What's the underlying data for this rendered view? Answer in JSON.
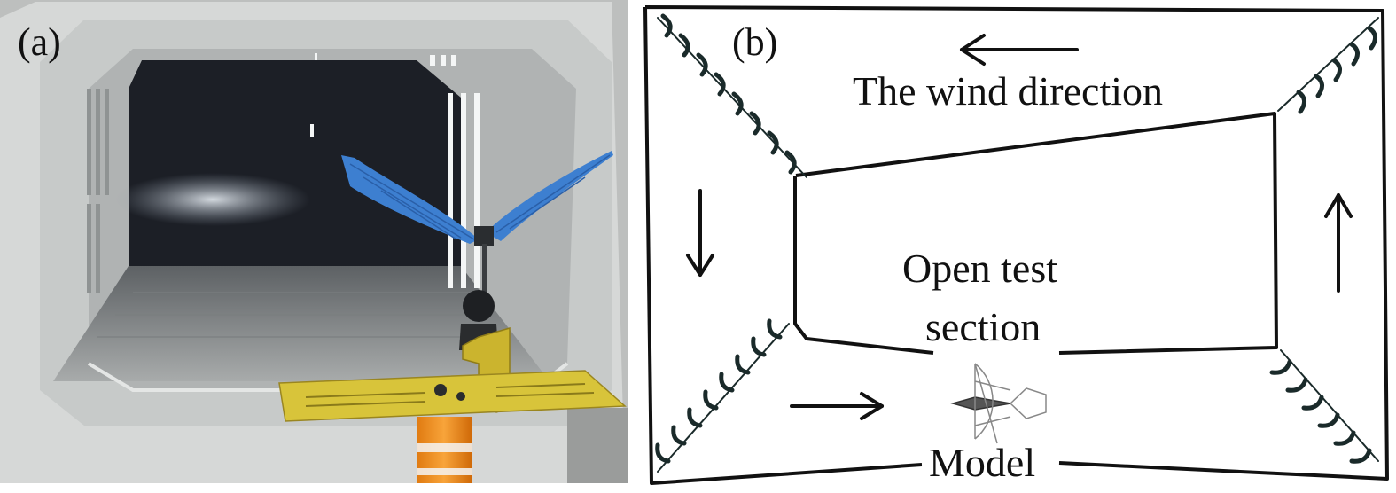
{
  "panels": {
    "a": {
      "label": "(a)"
    },
    "b": {
      "label": "(b)",
      "wind_direction_label": "The wind direction",
      "test_section_label_line1": "Open test",
      "test_section_label_line2": "section",
      "model_label": "Model"
    }
  },
  "colors": {
    "wing": "#3d7fd0",
    "mount_plate": "#d8c43a",
    "support_post": "#f08a1c",
    "tunnel_wall": "#cfd1d1",
    "tunnel_interior": "#1a1d24",
    "diagram_line": "#111111",
    "turning_vane": "#1a2a2a"
  }
}
